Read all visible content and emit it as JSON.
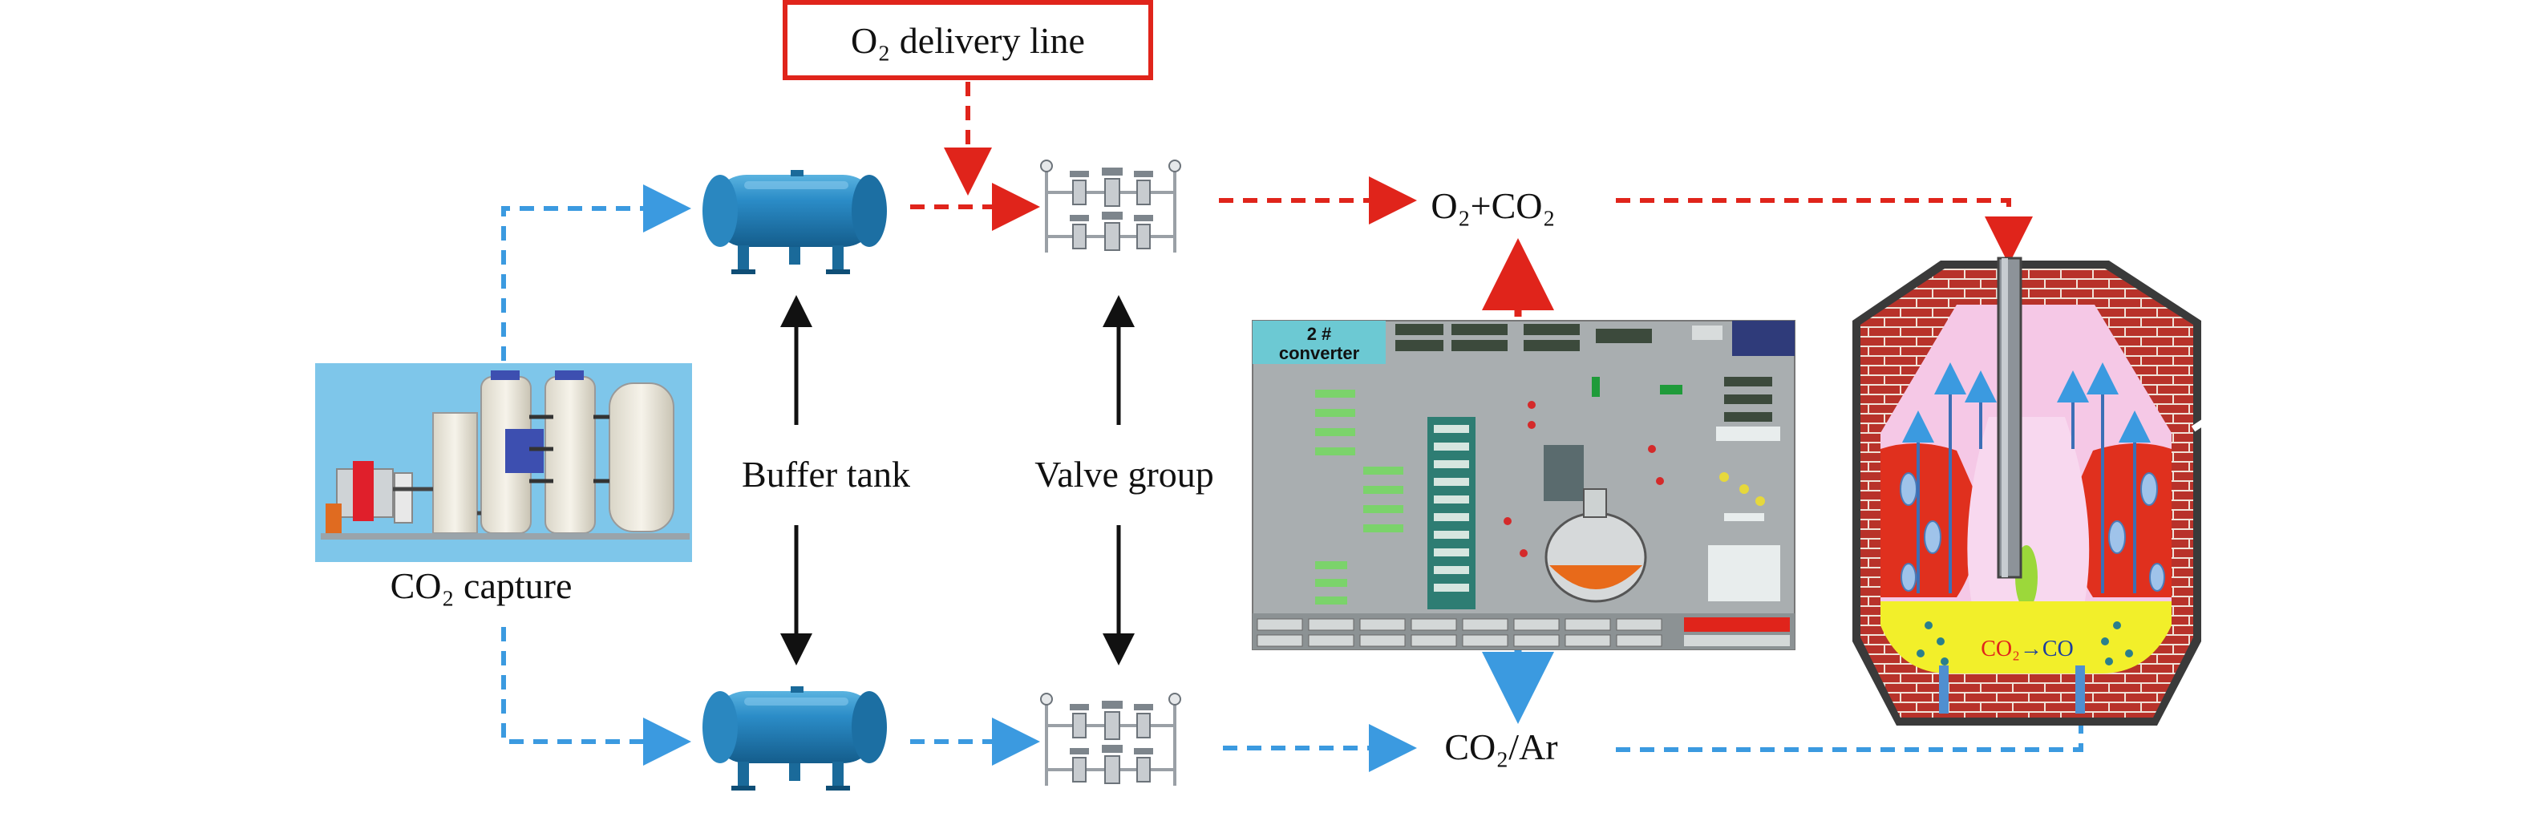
{
  "labels": {
    "o2_delivery_line": "O₂ delivery line",
    "buffer_tank": "Buffer tank",
    "valve_group": "Valve group",
    "co2_capture": "CO₂ capture",
    "o2_co2": "O₂+CO₂",
    "co2_ar": "CO₂/Ar",
    "reaction_co2": "CO₂",
    "reaction_arrow_co": "→CO"
  },
  "hmi": {
    "title_line1": "2 #",
    "title_line2": "converter"
  },
  "colors": {
    "oxygen_line": "#e0241b",
    "co2_line": "#3b9ae0",
    "control_arrow": "#111111",
    "tank_blue": "#1f7fb8",
    "hmi_header": "#6cc9d3",
    "hmi_background": "#a9aeb0",
    "brick_red": "#c0392b",
    "molten_steel": "#e0301e",
    "slag_yellow": "#f2ef2a",
    "gas_pink": "#f5c8e6"
  },
  "icons": {
    "tank": "horizontal-pressure-tank-icon",
    "valve": "valve-group-icon",
    "capture": "co2-capture-unit-icon",
    "converter": "steel-converter-icon",
    "hmi": "control-screen-icon"
  }
}
